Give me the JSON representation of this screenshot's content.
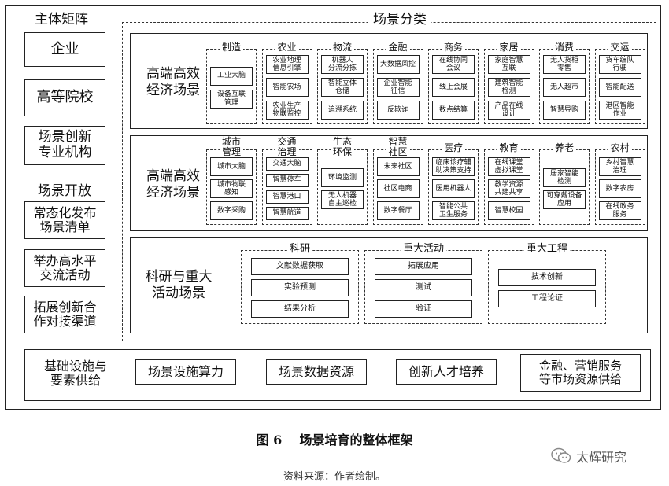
{
  "left_column": {
    "header": "主体矩阵",
    "items": [
      "企业",
      "高等院校",
      "场景创新\n专业机构"
    ],
    "section2_header": "场景开放",
    "items2": [
      "常态化发布\n场景清单",
      "举办高水平\n交流活动",
      "拓展创新合\n作对接渠道"
    ]
  },
  "scene_classification": {
    "title": "场景分类",
    "row1": {
      "title": "高端高效\n经济场景",
      "groups": [
        {
          "label": "制造",
          "items": [
            "工业大脑",
            "设备互联\n管理"
          ]
        },
        {
          "label": "农业",
          "items": [
            "农业地理\n信息引擎",
            "智能农场",
            "农业生产\n物联监控"
          ]
        },
        {
          "label": "物流",
          "items": [
            "机器人\n分流分拣",
            "智能立体\n仓储",
            "追溯系统"
          ]
        },
        {
          "label": "金融",
          "items": [
            "大数据风控",
            "企业智能\n征信",
            "反欺诈"
          ]
        },
        {
          "label": "商务",
          "items": [
            "在线协同\n会议",
            "线上会展",
            "数点结算"
          ]
        },
        {
          "label": "家居",
          "items": [
            "家庭智慧\n互联",
            "建筑智能\n检测",
            "产品在线\n设计"
          ]
        },
        {
          "label": "消费",
          "items": [
            "无人货柜\n零售",
            "无人超市",
            "智慧导购"
          ]
        },
        {
          "label": "交运",
          "items": [
            "货车编队\n行驶",
            "智能配送",
            "港区智能\n作业"
          ]
        }
      ]
    },
    "row2": {
      "title": "高端高效\n经济场景",
      "groups": [
        {
          "label": "城市\n管理",
          "items": [
            "城市大脑",
            "城市物联\n感知",
            "数字采购"
          ]
        },
        {
          "label": "交通\n治理",
          "items": [
            "交通大脑",
            "智慧停车",
            "智慧港口",
            "智慧航道"
          ]
        },
        {
          "label": "生态\n环保",
          "items": [
            "环境监测",
            "无人机器\n自主巡检"
          ]
        },
        {
          "label": "智慧\n社区",
          "items": [
            "未来社区",
            "社区电商",
            "数字餐厅"
          ]
        },
        {
          "label": "医疗",
          "items": [
            "临床诊疗辅\n助决策支持",
            "医用机器人",
            "智能公共\n卫生服务"
          ]
        },
        {
          "label": "教育",
          "items": [
            "在线课堂\n虚拟课堂",
            "教学资源\n共建共享",
            "智慧校园"
          ]
        },
        {
          "label": "养老",
          "items": [
            "居家智能\n检测",
            "可穿戴设备\n应用"
          ]
        },
        {
          "label": "农村",
          "items": [
            "乡村智慧\n治理",
            "数字农房",
            "在线政务\n服务"
          ]
        }
      ]
    },
    "row3": {
      "title": "科研与重大\n活动场景",
      "groups": [
        {
          "label": "科研",
          "items": [
            "文献数据获取",
            "实验预测",
            "结果分析"
          ]
        },
        {
          "label": "重大活动",
          "items": [
            "拓展应用",
            "测试",
            "验证"
          ]
        },
        {
          "label": "重大工程",
          "items": [
            "技术创新",
            "工程论证"
          ]
        }
      ]
    }
  },
  "bottom": {
    "title": "基础设施与\n要素供给",
    "items": [
      "场景设施算力",
      "场景数据资源",
      "创新人才培养",
      "金融、营销服务\n等市场资源供给"
    ]
  },
  "caption": "图 6    场景培育的整体框架",
  "source": "资料来源：作者绘制。",
  "watermark": "太辉研究",
  "watermark_icon": "wechat-icon"
}
